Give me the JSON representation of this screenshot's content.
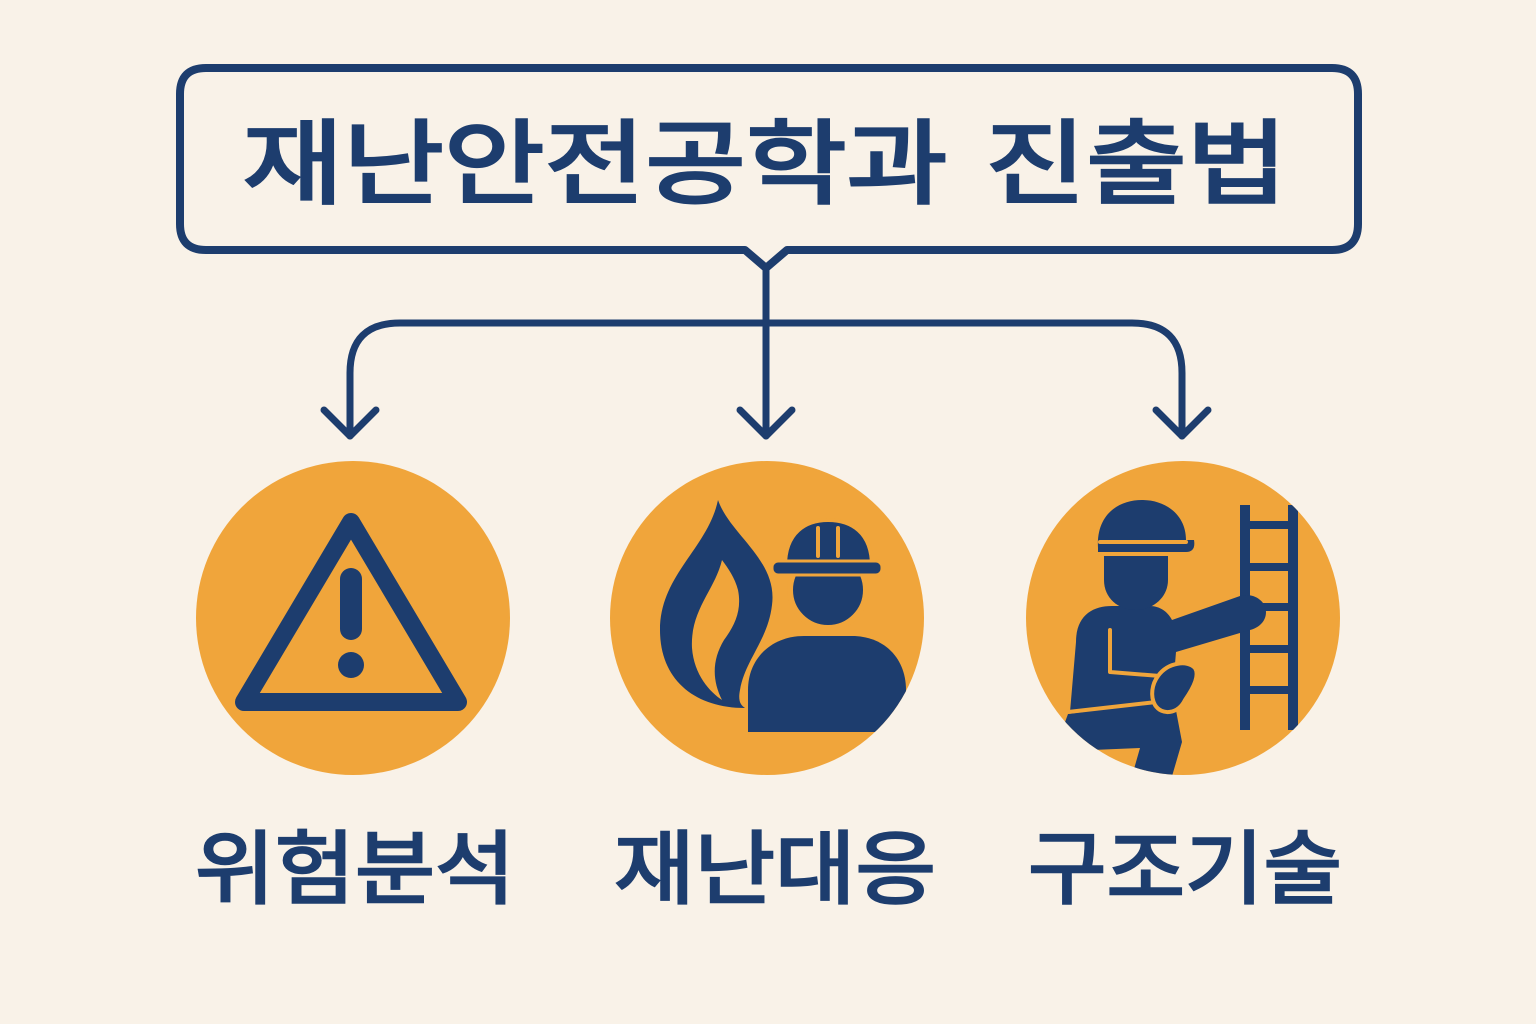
{
  "title": "재난안전공학과 진출법",
  "nodes": [
    {
      "label": "위험분석",
      "icon": "warning-triangle-icon"
    },
    {
      "label": "재난대응",
      "icon": "flame-firefighter-icon"
    },
    {
      "label": "구조기술",
      "icon": "rescue-worker-ladder-icon"
    }
  ],
  "colors": {
    "background": "#f9f2e8",
    "primary": "#1d3d6e",
    "accent": "#f0a53b"
  }
}
